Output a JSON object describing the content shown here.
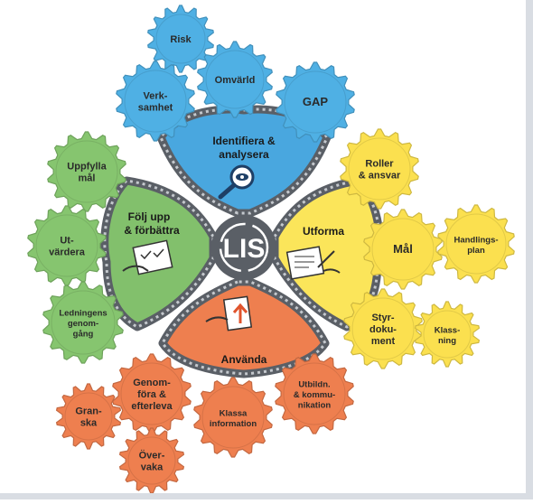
{
  "center": {
    "label": "LIS"
  },
  "petals": {
    "identify": "Identifiera & analysera",
    "follow": "Följ upp & förbättra",
    "design": "Utforma",
    "use": "Använda"
  },
  "gears": [
    {
      "key": "risk",
      "lines": [
        "Risk"
      ],
      "color": "#4fb0e4"
    },
    {
      "key": "omvarld",
      "lines": [
        "Omvärld"
      ],
      "color": "#4fb0e4"
    },
    {
      "key": "verksamhet",
      "lines": [
        "Verk-",
        "samhet"
      ],
      "color": "#4fb0e4"
    },
    {
      "key": "gap",
      "lines": [
        "GAP"
      ],
      "color": "#4fb0e4"
    },
    {
      "key": "uppfylla",
      "lines": [
        "Uppfylla",
        "mål"
      ],
      "color": "#86c56f"
    },
    {
      "key": "utvardera",
      "lines": [
        "Ut-",
        "värdera"
      ],
      "color": "#86c56f"
    },
    {
      "key": "ledningens",
      "lines": [
        "Ledningens",
        "genom-",
        "gång"
      ],
      "color": "#86c56f"
    },
    {
      "key": "roller",
      "lines": [
        "Roller",
        "& ansvar"
      ],
      "color": "#fbe04f"
    },
    {
      "key": "mal",
      "lines": [
        "Mål"
      ],
      "color": "#fbe04f"
    },
    {
      "key": "handlingsplan",
      "lines": [
        "Handlings-",
        "plan"
      ],
      "color": "#fbe04f"
    },
    {
      "key": "styrdokument",
      "lines": [
        "Styr-",
        "doku-",
        "ment"
      ],
      "color": "#fbe04f"
    },
    {
      "key": "klassning",
      "lines": [
        "Klass-",
        "ning"
      ],
      "color": "#fbe04f"
    },
    {
      "key": "genomfora",
      "lines": [
        "Genom-",
        "föra &",
        "efterleva"
      ],
      "color": "#ee7f4f"
    },
    {
      "key": "granska",
      "lines": [
        "Gran-",
        "ska"
      ],
      "color": "#ee7f4f"
    },
    {
      "key": "klassa",
      "lines": [
        "Klassa",
        "information"
      ],
      "color": "#ee7f4f"
    },
    {
      "key": "utbildn",
      "lines": [
        "Utbildn.",
        "& kommu-",
        "nikation"
      ],
      "color": "#ee7f4f"
    },
    {
      "key": "overvaka",
      "lines": [
        "Över-",
        "vaka"
      ],
      "color": "#ee7f4f"
    }
  ]
}
